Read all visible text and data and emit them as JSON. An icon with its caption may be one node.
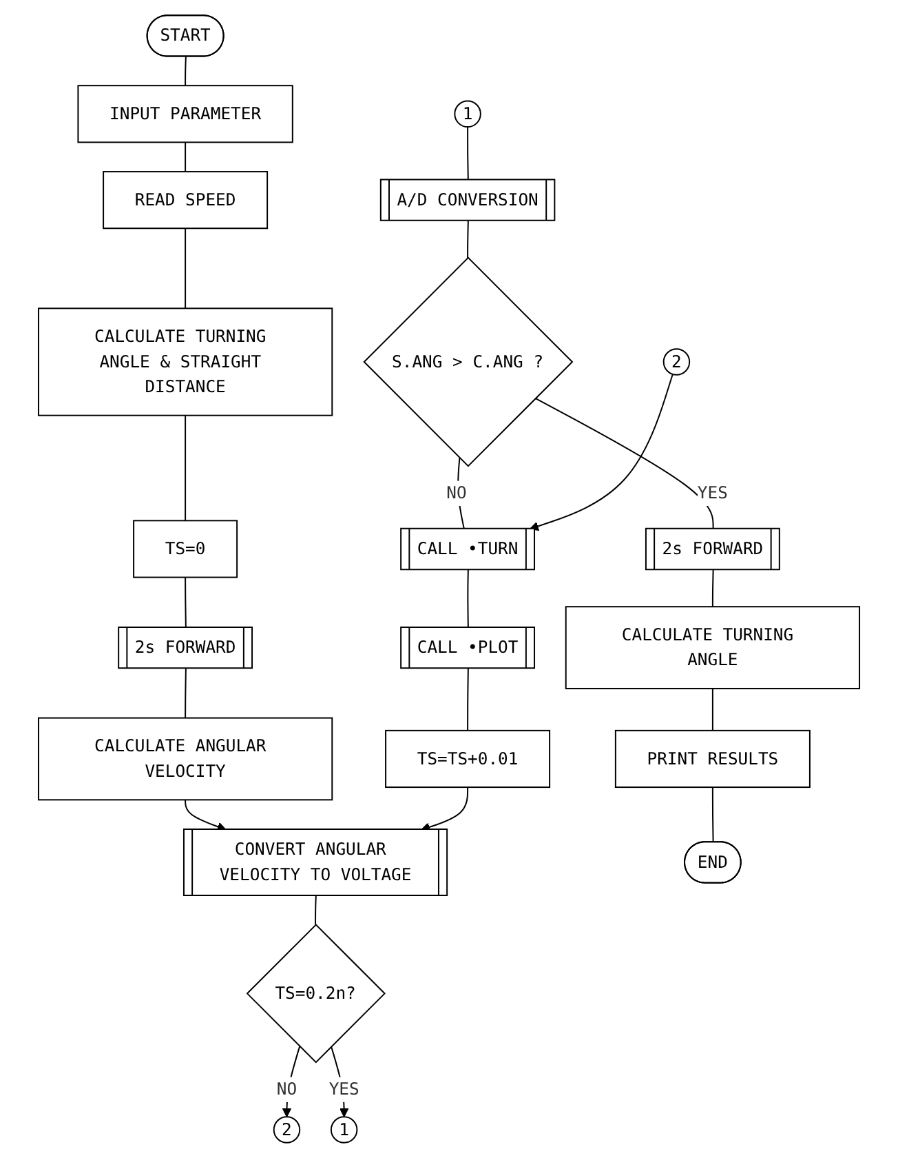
{
  "diagram": {
    "nodes": [
      {
        "text": [
          "START"
        ]
      },
      {
        "text": [
          "INPUT PARAMETER"
        ]
      },
      {
        "text": [
          "READ SPEED"
        ]
      },
      {
        "text": [
          "CALCULATE TURNING ANGLE & STRAIGHT DISTANCE"
        ]
      },
      {
        "text": [
          "TS=0"
        ]
      },
      {
        "text": [
          "2s FORWARD"
        ]
      },
      {
        "text": [
          "CALCULATE ANGULAR VELOCITY"
        ]
      },
      {
        "text": [
          "CONVERT ANGULAR VELOCITY TO VOLTAGE"
        ]
      },
      {
        "text": [
          "TS=0.2n?"
        ]
      },
      {
        "text": [
          "2"
        ]
      },
      {
        "text": [
          "1"
        ]
      },
      {
        "text": [
          "1"
        ]
      },
      {
        "text": [
          "A/D CONVERSION"
        ]
      },
      {
        "text": [
          "S.ANG > C.ANG ?"
        ]
      },
      {
        "text": [
          "2"
        ]
      },
      {
        "text": [
          "CALL •TURN"
        ]
      },
      {
        "text": [
          "CALL •PLOT"
        ]
      },
      {
        "text": [
          "TS=TS+0.01"
        ]
      },
      {
        "text": [
          "2s FORWARD"
        ]
      },
      {
        "text": [
          "CALCULATE TURNING ANGLE"
        ]
      },
      {
        "text": [
          "PRINT RESULTS"
        ]
      },
      {
        "text": [
          "END"
        ]
      }
    ],
    "edges": [
      {
        "from": 0,
        "to": 1,
        "arrow": "none"
      },
      {
        "from": 1,
        "to": 2,
        "arrow": "none"
      },
      {
        "from": 2,
        "to": 3,
        "arrow": "none"
      },
      {
        "from": 3,
        "to": 4,
        "arrow": "none"
      },
      {
        "from": 4,
        "to": 5,
        "arrow": "none"
      },
      {
        "from": 5,
        "to": 6,
        "arrow": "none"
      },
      {
        "from": 6,
        "to": 7,
        "arrow": "to"
      },
      {
        "from": 7,
        "to": 8,
        "arrow": "none"
      },
      {
        "from": 8,
        "to": 9,
        "arrow": "to",
        "label": "NO"
      },
      {
        "from": 8,
        "to": 10,
        "arrow": "to",
        "label": "YES"
      },
      {
        "from": 11,
        "to": 12,
        "arrow": "none"
      },
      {
        "from": 12,
        "to": 13,
        "arrow": "none"
      },
      {
        "from": 13,
        "to": 15,
        "arrow": "none",
        "label": "NO"
      },
      {
        "from": 14,
        "to": 15,
        "arrow": "to"
      },
      {
        "from": 13,
        "to": 18,
        "arrow": "none",
        "label": "YES"
      },
      {
        "from": 15,
        "to": 16,
        "arrow": "none"
      },
      {
        "from": 16,
        "to": 17,
        "arrow": "none"
      },
      {
        "from": 17,
        "to": 7,
        "arrow": "to"
      },
      {
        "from": 18,
        "to": 19,
        "arrow": "none"
      },
      {
        "from": 19,
        "to": 20,
        "arrow": "none"
      },
      {
        "from": 20,
        "to": 21,
        "arrow": "none"
      }
    ]
  }
}
